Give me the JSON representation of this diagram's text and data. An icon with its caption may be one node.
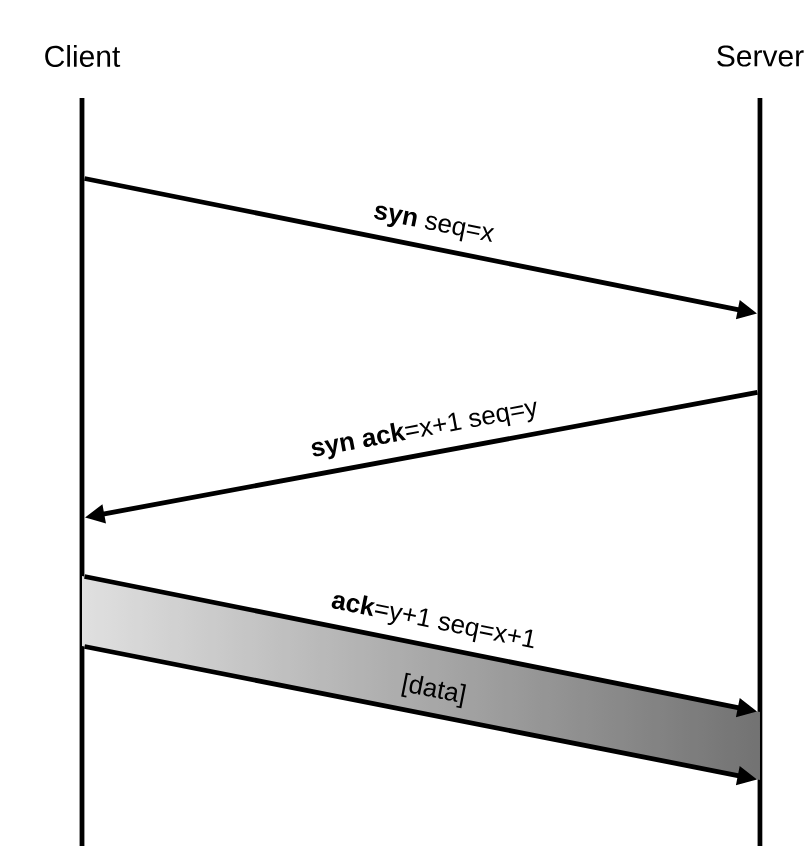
{
  "diagram": {
    "nodes": [
      {
        "text": [
          "Client"
        ]
      },
      {
        "text": [
          "Server"
        ]
      }
    ],
    "edges": [
      {
        "from": 0,
        "to": 1,
        "arrow": "to",
        "label": "**syn** seq=x"
      },
      {
        "from": 1,
        "to": 0,
        "arrow": "to",
        "label": "**syn ack**=x+1 seq=y"
      },
      {
        "from": 0,
        "to": 1,
        "arrow": "to",
        "label": "**ack**=y+1 seq=x+1"
      },
      {
        "from": 0,
        "to": 1,
        "arrow": "to",
        "label": "[data]"
      }
    ]
  }
}
